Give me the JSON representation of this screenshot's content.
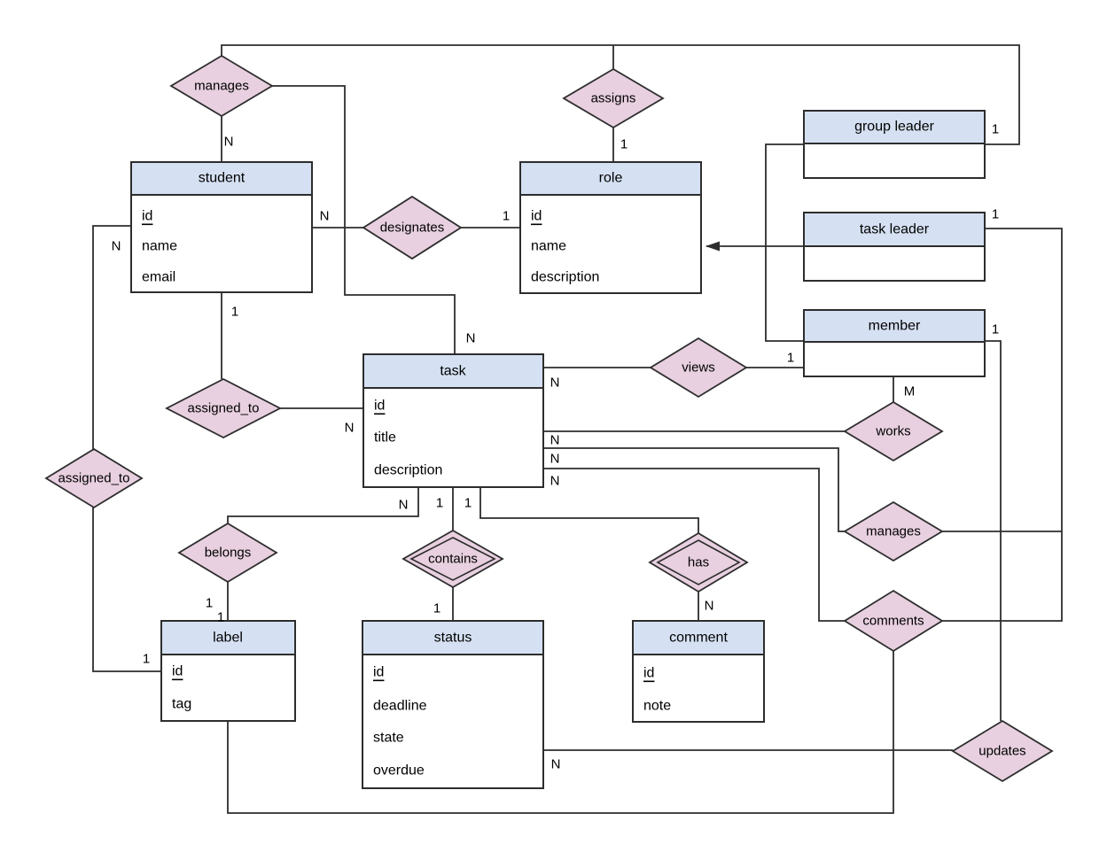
{
  "diagram": {
    "colors": {
      "entity_header_fill": "#d5e1f2",
      "entity_body_fill": "#ffffff",
      "relationship_fill": "#e8d0e0",
      "stroke": "#2d2d2d",
      "background": "#ffffff"
    },
    "entities": [
      {
        "name": "student",
        "attributes": [
          {
            "label": "id",
            "pk": true
          },
          {
            "label": "name",
            "pk": false
          },
          {
            "label": "email",
            "pk": false
          }
        ]
      },
      {
        "name": "role",
        "attributes": [
          {
            "label": "id",
            "pk": true
          },
          {
            "label": "name",
            "pk": false
          },
          {
            "label": "description",
            "pk": false
          }
        ]
      },
      {
        "name": "group leader",
        "attributes": []
      },
      {
        "name": "task leader",
        "attributes": []
      },
      {
        "name": "member",
        "attributes": []
      },
      {
        "name": "task",
        "attributes": [
          {
            "label": "id",
            "pk": true
          },
          {
            "label": "title",
            "pk": false
          },
          {
            "label": "description",
            "pk": false
          }
        ]
      },
      {
        "name": "label",
        "attributes": [
          {
            "label": "id",
            "pk": true
          },
          {
            "label": "tag",
            "pk": false
          }
        ]
      },
      {
        "name": "status",
        "attributes": [
          {
            "label": "id",
            "pk": true
          },
          {
            "label": "deadline",
            "pk": false
          },
          {
            "label": "state",
            "pk": false
          },
          {
            "label": "overdue",
            "pk": false
          }
        ]
      },
      {
        "name": "comment",
        "attributes": [
          {
            "label": "id",
            "pk": true
          },
          {
            "label": "note",
            "pk": false
          }
        ]
      }
    ],
    "relationships": [
      {
        "label": "manages",
        "weak": false
      },
      {
        "label": "assigns",
        "weak": false
      },
      {
        "label": "designates",
        "weak": false
      },
      {
        "label": "assigned_to",
        "weak": false
      },
      {
        "label": "assigned_to",
        "weak": false
      },
      {
        "label": "views",
        "weak": false
      },
      {
        "label": "works",
        "weak": false
      },
      {
        "label": "manages",
        "weak": false
      },
      {
        "label": "comments",
        "weak": false
      },
      {
        "label": "belongs",
        "weak": false
      },
      {
        "label": "contains",
        "weak": true
      },
      {
        "label": "has",
        "weak": true
      },
      {
        "label": "updates",
        "weak": false
      }
    ],
    "cardinalities": [
      "N",
      "1",
      "1",
      "N",
      "N",
      "1",
      "1",
      "N",
      "N",
      "1",
      "N",
      "1",
      "M",
      "N",
      "N",
      "N",
      "1",
      "1",
      "N",
      "N",
      "1",
      "1",
      "1",
      "1",
      "1",
      "N"
    ]
  }
}
